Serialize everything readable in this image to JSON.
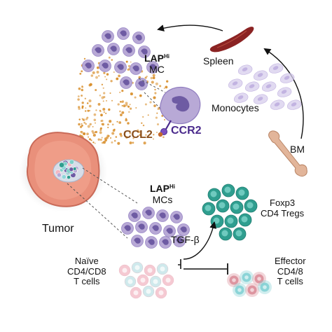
{
  "labels": {
    "lap_mc": {
      "main": "LAP",
      "sup": "Hi",
      "sub": "MC"
    },
    "lap_mcs": {
      "main": "LAP",
      "sup": "Hi",
      "sub": "MCs"
    },
    "spleen": "Spleen",
    "monocytes": "Monocytes",
    "bm": "BM",
    "ccl2": "CCL2",
    "ccr2": "CCR2",
    "tumor": "Tumor",
    "tgf_beta": "TGF-β",
    "tregs": [
      "Foxp3",
      "CD4 Tregs"
    ],
    "naive": [
      "Naïve",
      "CD4/CD8",
      "T cells"
    ],
    "effector": [
      "Effector",
      "CD4/8",
      "T cells"
    ]
  },
  "colors": {
    "ccl2": "#8a4e1a",
    "ccr2": "#4a2a8c",
    "mc_cell": "#b8a9d6",
    "mc_nucleus": "#6e5ba3",
    "treg": "#2f9e8f",
    "spleen": "#8b2323",
    "tumor": "#e9907b",
    "chemokine_dots": "#d9902e"
  },
  "icons": [
    "spleen-icon",
    "bone-icon",
    "monocyte-cells",
    "myeloid-cell-icon",
    "tumor-icon",
    "treg-cells",
    "naive-t-cells",
    "effector-t-cells"
  ]
}
